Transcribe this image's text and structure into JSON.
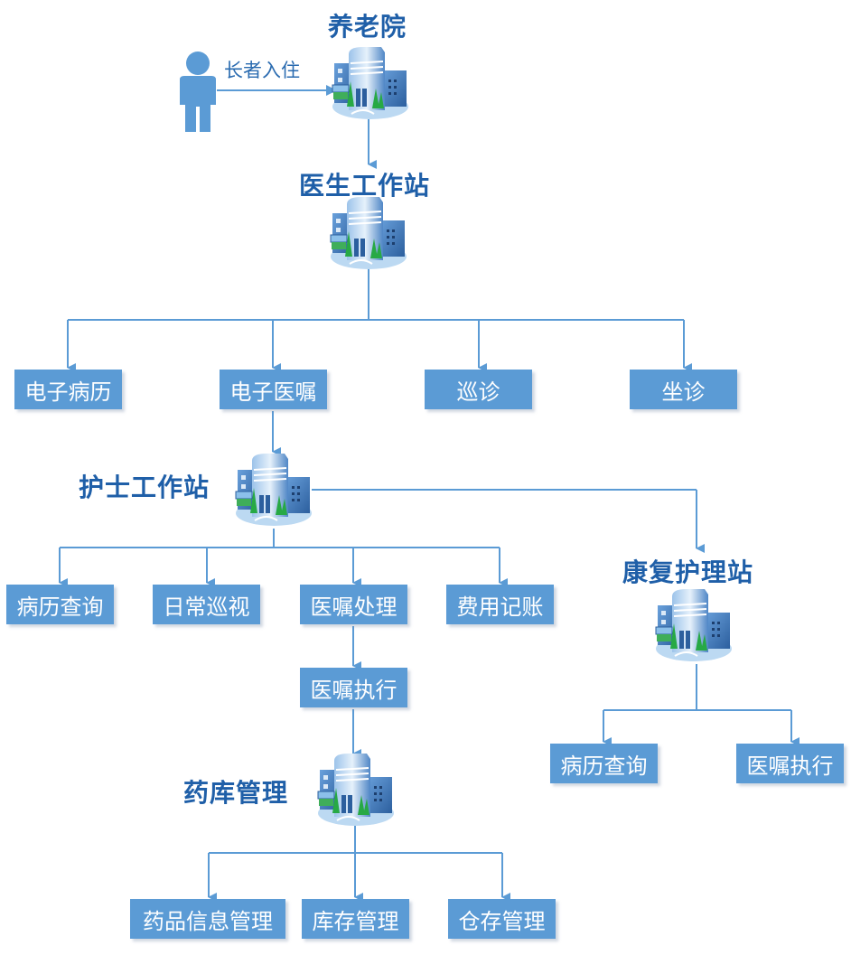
{
  "colors": {
    "box": "#5b9bd5",
    "box_text": "#ffffff",
    "title": "#1f5fa8",
    "line": "#5b9bd5"
  },
  "person": {
    "icon": "person-icon",
    "edge_label": "长者入住"
  },
  "nodes": {
    "nursing_home": "养老院",
    "doctor_station": "医生工作站",
    "nurse_station": "护士工作站",
    "rehab_station": "康复护理站",
    "pharmacy": "药库管理"
  },
  "doctor_children": [
    "电子病历",
    "电子医嘱",
    "巡诊",
    "坐诊"
  ],
  "nurse_children": [
    "病历查询",
    "日常巡视",
    "医嘱处理",
    "费用记账"
  ],
  "order_exec": "医嘱执行",
  "rehab_children": [
    "病历查询",
    "医嘱执行"
  ],
  "pharmacy_children": [
    "药品信息管理",
    "库存管理",
    "仓存管理"
  ]
}
